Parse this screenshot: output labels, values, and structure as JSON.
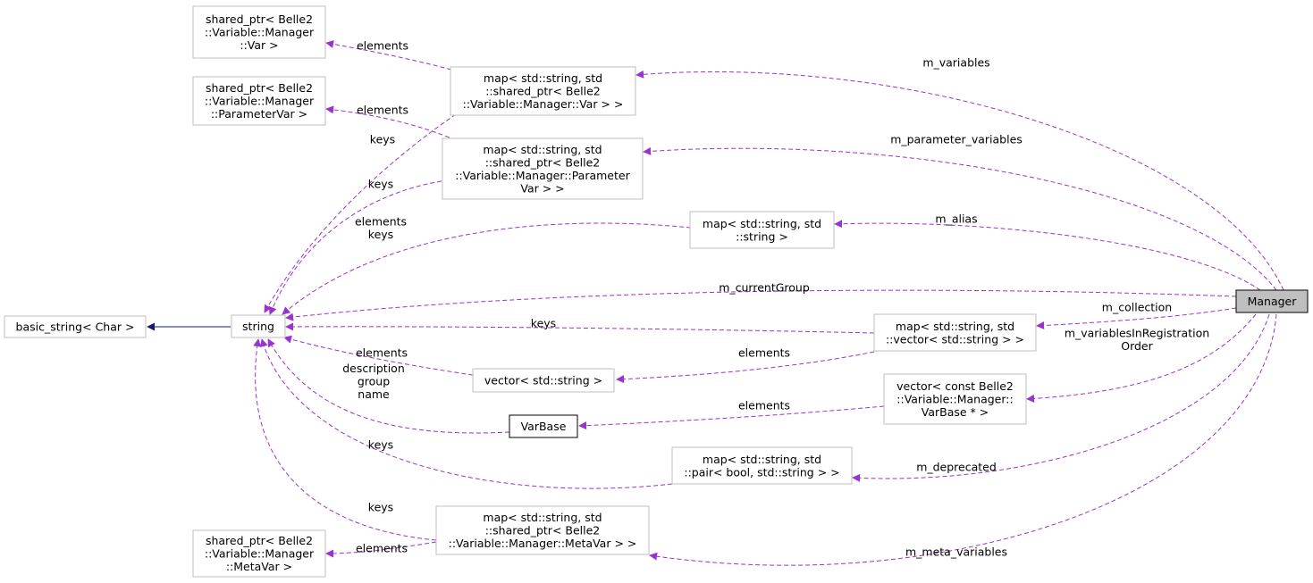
{
  "nodes": {
    "n_sp_var": {
      "lines": [
        "shared_ptr< Belle2",
        "::Variable::Manager",
        "::Var >"
      ]
    },
    "n_sp_param": {
      "lines": [
        "shared_ptr< Belle2",
        "::Variable::Manager",
        "::ParameterVar >"
      ]
    },
    "n_basic_string": {
      "lines": [
        "basic_string< Char >"
      ]
    },
    "n_string": {
      "lines": [
        "string"
      ]
    },
    "n_sp_meta": {
      "lines": [
        "shared_ptr< Belle2",
        "::Variable::Manager",
        "::MetaVar >"
      ]
    },
    "n_map_var": {
      "lines": [
        "map< std::string, std",
        "::shared_ptr< Belle2",
        "::Variable::Manager::Var > >"
      ]
    },
    "n_map_param": {
      "lines": [
        "map< std::string, std",
        "::shared_ptr< Belle2",
        "::Variable::Manager::Parameter",
        "Var > >"
      ]
    },
    "n_map_alias": {
      "lines": [
        "map< std::string, std",
        "::string >"
      ]
    },
    "n_vector_string": {
      "lines": [
        "vector< std::string >"
      ]
    },
    "n_varbase": {
      "lines": [
        "VarBase"
      ]
    },
    "n_map_meta": {
      "lines": [
        "map< std::string, std",
        "::shared_ptr< Belle2",
        "::Variable::Manager::MetaVar > >"
      ]
    },
    "n_map_collection": {
      "lines": [
        "map< std::string, std",
        "::vector< std::string > >"
      ]
    },
    "n_vector_varbase": {
      "lines": [
        "vector< const Belle2",
        "::Variable::Manager::",
        "VarBase * >"
      ]
    },
    "n_map_deprecated": {
      "lines": [
        "map< std::string, std",
        "::pair< bool, std::string > >"
      ]
    },
    "n_manager": {
      "lines": [
        "Manager"
      ]
    }
  },
  "edges": {
    "e_var_elements": {
      "lines": [
        "elements"
      ]
    },
    "e_param_elements": {
      "lines": [
        "elements"
      ]
    },
    "e_inherit": {
      "lines": []
    },
    "e_mapvar_keys": {
      "lines": [
        "keys"
      ]
    },
    "e_mapparam_keys": {
      "lines": [
        "keys"
      ]
    },
    "e_alias_keys": {
      "lines": [
        "elements",
        "keys"
      ]
    },
    "e_current_group": {
      "lines": [
        "m_currentGroup"
      ]
    },
    "e_collection_keys": {
      "lines": [
        "keys"
      ]
    },
    "e_vector_elements": {
      "lines": [
        "elements"
      ]
    },
    "e_varbase_fields": {
      "lines": [
        "description",
        "group",
        "name"
      ]
    },
    "e_deprecated_keys": {
      "lines": [
        "keys"
      ]
    },
    "e_meta_keys": {
      "lines": [
        "keys"
      ]
    },
    "e_meta_elements": {
      "lines": [
        "elements"
      ]
    },
    "e_m_variables": {
      "lines": [
        "m_variables"
      ]
    },
    "e_m_parameter_variables": {
      "lines": [
        "m_parameter_variables"
      ]
    },
    "e_m_alias": {
      "lines": [
        "m_alias"
      ]
    },
    "e_collection_elements": {
      "lines": [
        "elements"
      ]
    },
    "e_m_collection": {
      "lines": [
        "m_collection"
      ]
    },
    "e_varbase_elements": {
      "lines": [
        "elements"
      ]
    },
    "e_m_registration": {
      "lines": [
        "m_variablesInRegistration",
        "Order"
      ]
    },
    "e_m_deprecated": {
      "lines": [
        "m_deprecated"
      ]
    },
    "e_m_meta_variables": {
      "lines": [
        "m_meta_variables"
      ]
    }
  },
  "colors": {
    "usage_edge": "#9a32cd",
    "inheritance_edge": "#191970",
    "node_border": "#bfbfbf",
    "focus_fill": "#bfbfbf"
  }
}
